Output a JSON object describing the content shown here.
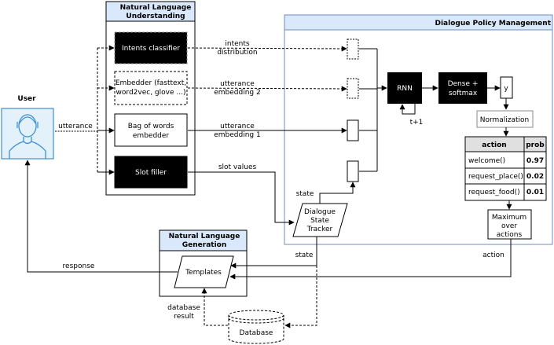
{
  "user": {
    "label": "User"
  },
  "nlu": {
    "title_line1": "Natural Language",
    "title_line2": "Understanding",
    "intents_classifier": "Intents classifier",
    "embedder_line1": "Embedder (fasttext,",
    "embedder_line2": "word2vec, glove ...)",
    "bow_line1": "Bag of words",
    "bow_line2": "embedder",
    "slot_filler": "Slot filler"
  },
  "dpm": {
    "title": "Dialogue Policy Management",
    "rnn": "RNN",
    "dense_line1": "Dense +",
    "dense_line2": "softmax",
    "y": "y",
    "t_plus_1": "t+1",
    "normalization": "Normalization",
    "table": {
      "header_action": "action",
      "header_prob": "prob",
      "rows": [
        {
          "action": "welcome()",
          "prob": "0.97"
        },
        {
          "action": "request_place()",
          "prob": "0.02"
        },
        {
          "action": "request_food()",
          "prob": "0.01"
        }
      ]
    },
    "maximum_line1": "Maximum",
    "maximum_line2": "over",
    "maximum_line3": "actions"
  },
  "dst": {
    "line1": "Dialogue",
    "line2": "State",
    "line3": "Tracker"
  },
  "nlg": {
    "title_line1": "Natural Language",
    "title_line2": "Generation",
    "templates": "Templates"
  },
  "database": {
    "label": "Database"
  },
  "edges": {
    "utterance": "utterance",
    "intents_line1": "intents",
    "intents_line2": "distribution",
    "utt_emb2_line1": "utterance",
    "utt_emb2_line2": "embedding 2",
    "utt_emb1_line1": "utterance",
    "utt_emb1_line2": "embedding 1",
    "slot_values": "slot values",
    "state_to_dpm": "state",
    "state_to_nlg": "state",
    "action": "action",
    "response": "response",
    "db_result_line1": "database",
    "db_result_line2": "result"
  },
  "colors": {
    "panel_fill": "#dae8fc",
    "panel_stroke": "#6c8ebf",
    "user_icon": "#3d8fd6",
    "user_bg": "#e3f1fb",
    "table_header": "#e0e0e0",
    "block_fill": "#000000"
  }
}
